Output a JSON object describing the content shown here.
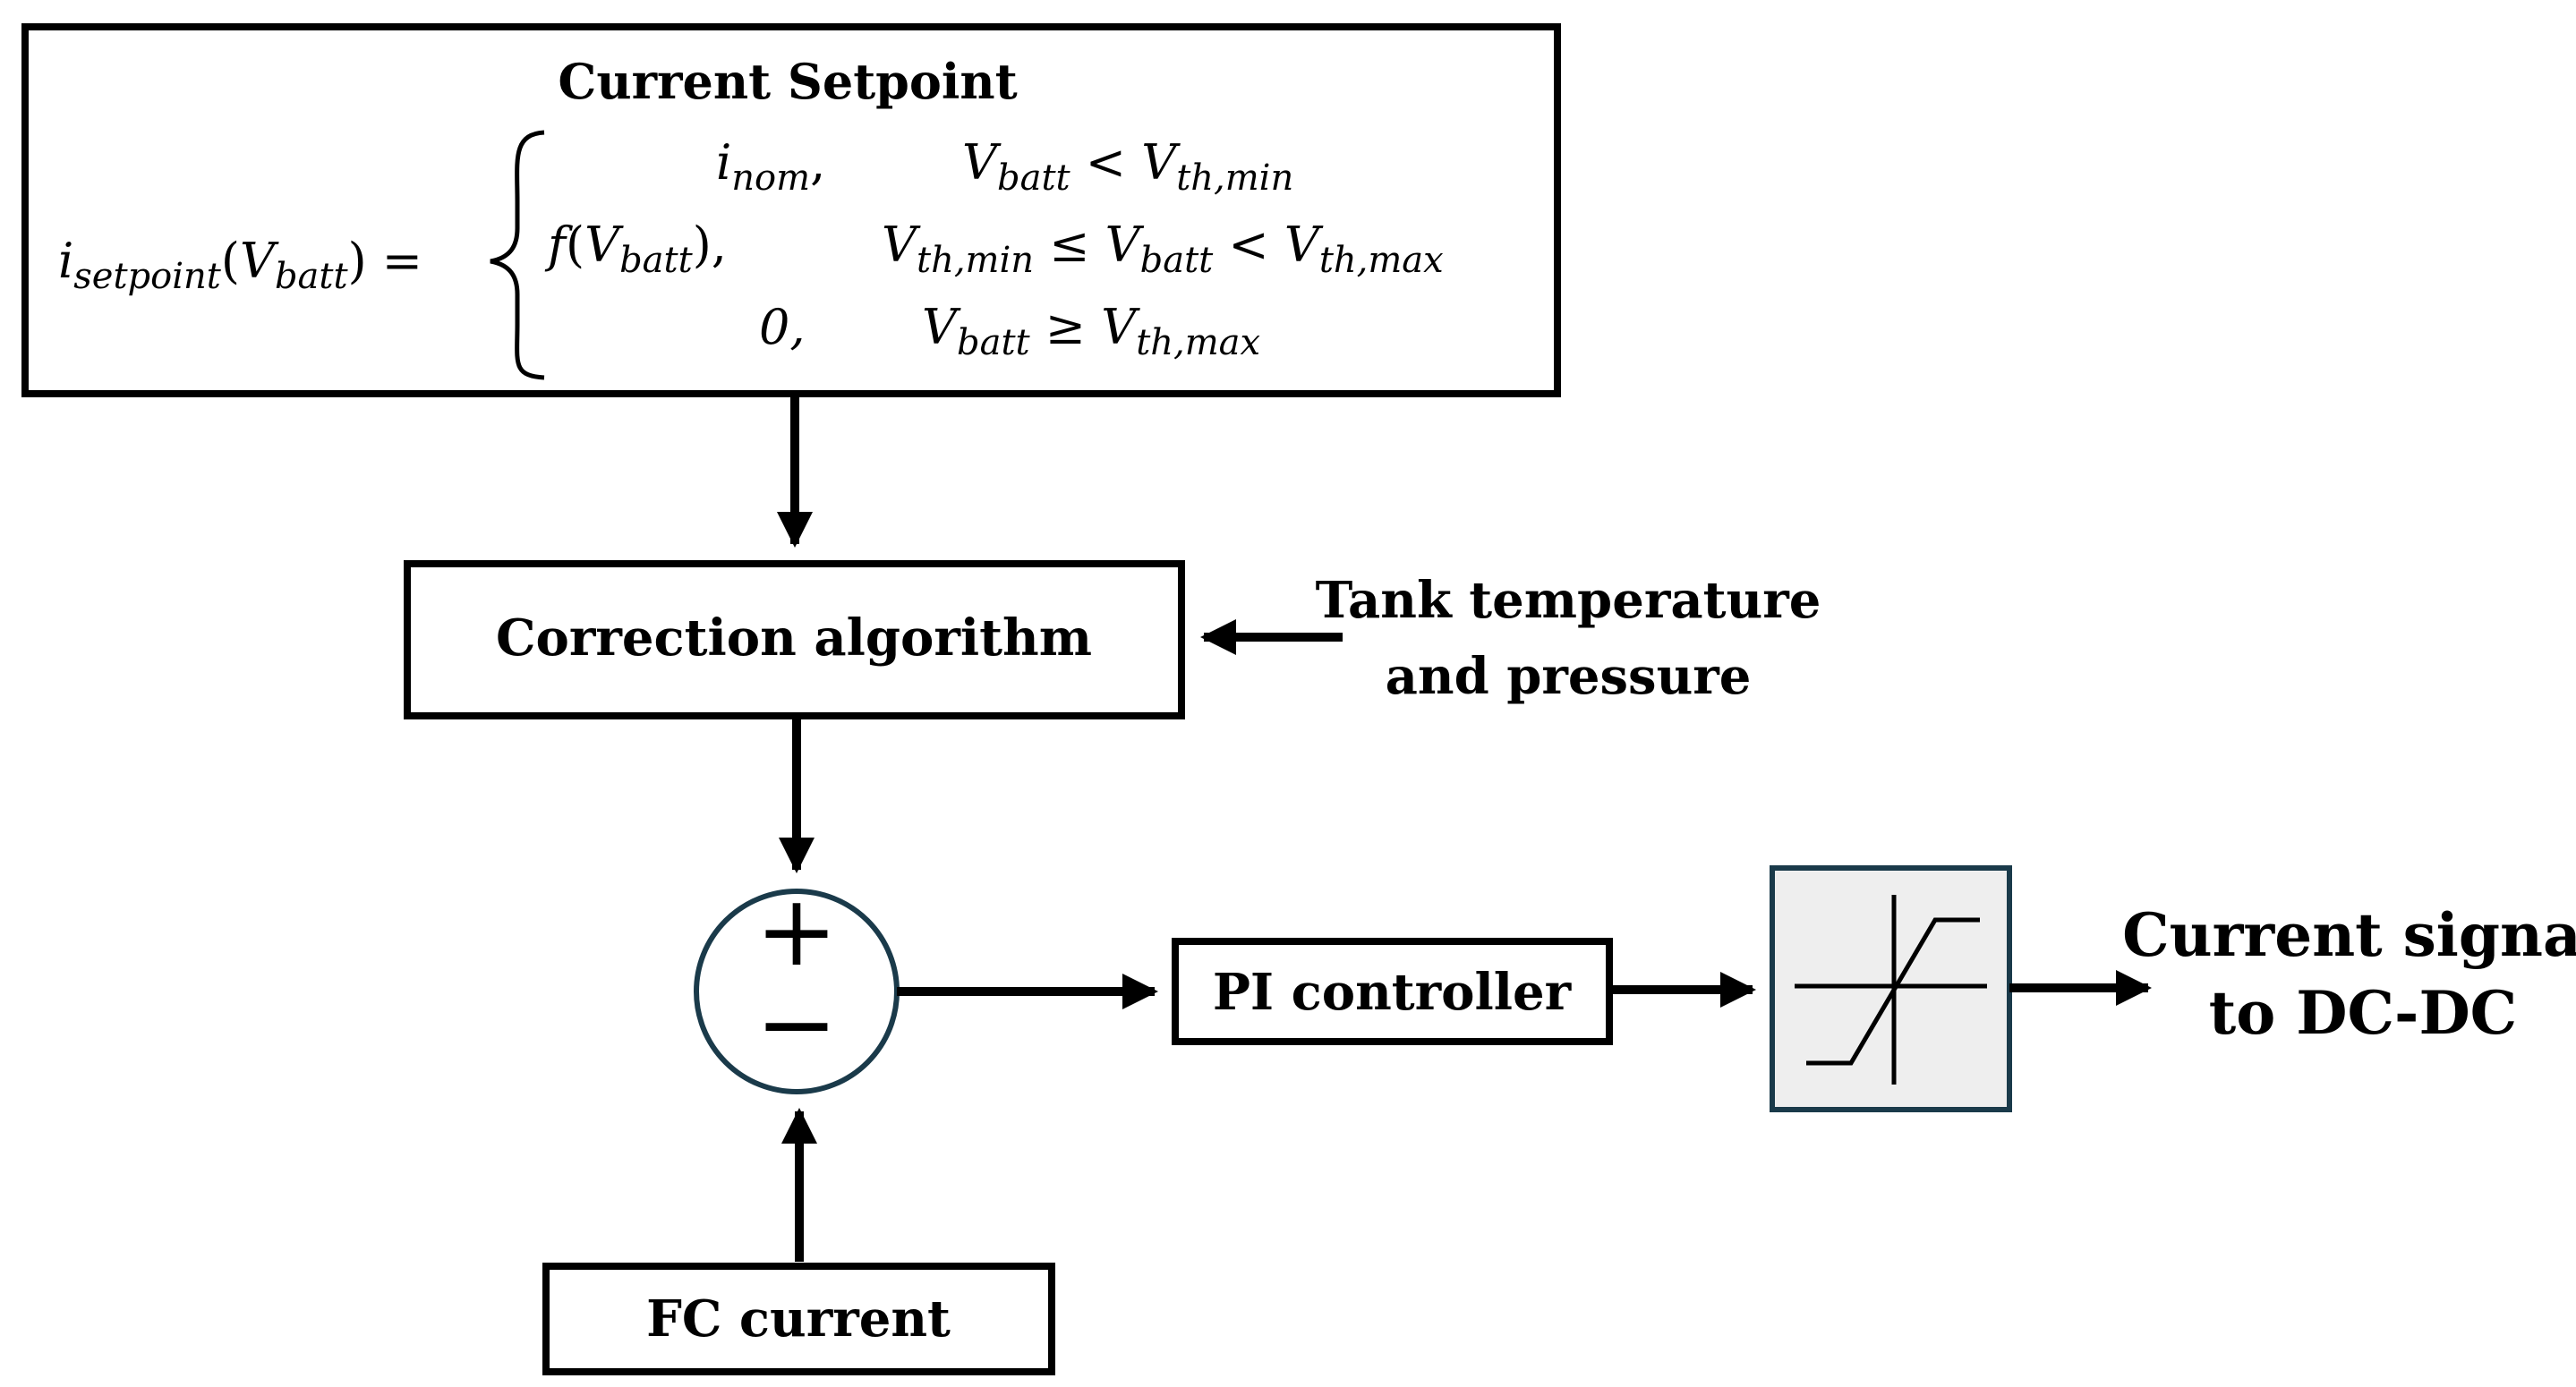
{
  "setpoint_block": {
    "title": "Current Setpoint",
    "lhs": "i_setpoint(V_batt) =",
    "cases": [
      {
        "value": "i_nom,",
        "condition": "V_batt < V_th,min"
      },
      {
        "value": "f(V_batt),",
        "condition": "V_th,min ≤ V_batt < V_th,max"
      },
      {
        "value": "0,",
        "condition": "V_batt ≥ V_th,max"
      }
    ]
  },
  "correction_block": {
    "label": "Correction algorithm"
  },
  "tank_input": {
    "line1": "Tank temperature",
    "line2": "and pressure"
  },
  "summing_junction": {
    "plus": "+",
    "minus": "−"
  },
  "pi_block": {
    "label": "PI controller"
  },
  "saturation_block": {
    "icon": "saturation-icon",
    "fill": "#eeeeee",
    "stroke": "#1a3a4a"
  },
  "fc_block": {
    "label": "FC current"
  },
  "output": {
    "line1": "Current signal",
    "line2": "to DC-DC"
  }
}
